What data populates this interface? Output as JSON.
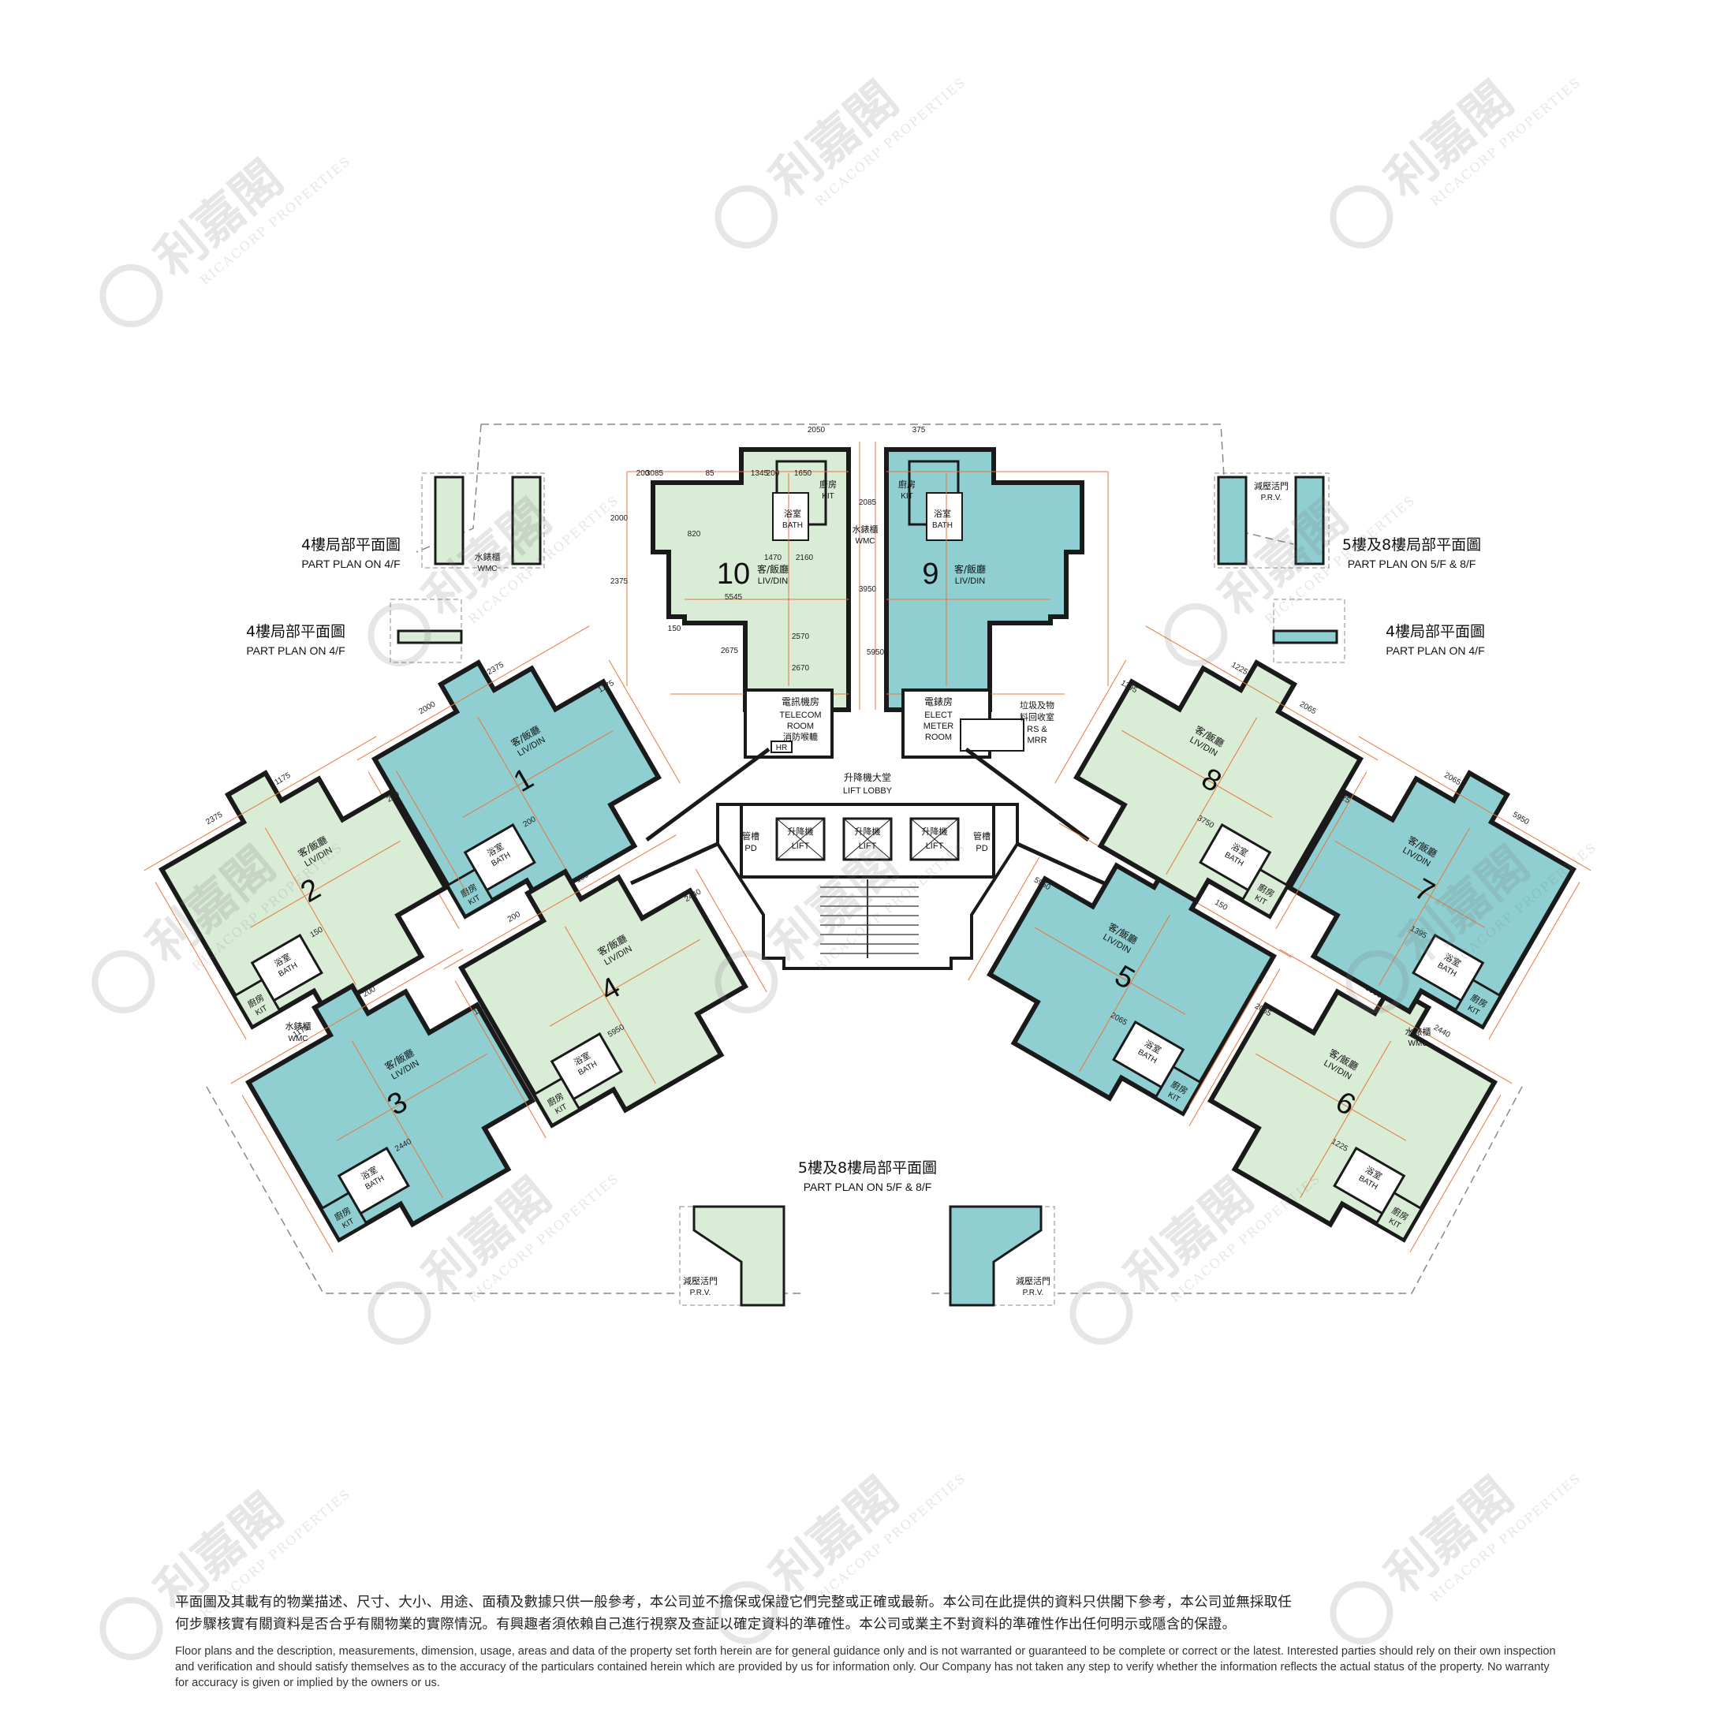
{
  "colors": {
    "teal": "#8fcfd1",
    "mint": "#d9ecd6",
    "wall": "#1a1a1a",
    "dim": "#e8763a",
    "outline": "#555555"
  },
  "units": [
    {
      "no": "1",
      "room": "客/飯廳",
      "room_en": "LIV/DIN",
      "bath": "浴室",
      "bath_en": "BATH",
      "kit": "廚房",
      "kit_en": "KIT"
    },
    {
      "no": "2",
      "room": "客/飯廳",
      "room_en": "LIV/DIN",
      "bath": "浴室",
      "bath_en": "BATH",
      "kit": "廚房",
      "kit_en": "KIT"
    },
    {
      "no": "3",
      "room": "客/飯廳",
      "room_en": "LIV/DIN",
      "bath": "浴室",
      "bath_en": "BATH",
      "kit": "廚房",
      "kit_en": "KIT"
    },
    {
      "no": "4",
      "room": "客/飯廳",
      "room_en": "LIV/DIN",
      "bath": "浴室",
      "bath_en": "BATH",
      "kit": "廚房",
      "kit_en": "KIT"
    },
    {
      "no": "5",
      "room": "客/飯廳",
      "room_en": "LIV/DIN",
      "bath": "浴室",
      "bath_en": "BATH",
      "kit": "廚房",
      "kit_en": "KIT"
    },
    {
      "no": "6",
      "room": "客/飯廳",
      "room_en": "LIV/DIN",
      "bath": "浴室",
      "bath_en": "BATH",
      "kit": "廚房",
      "kit_en": "KIT"
    },
    {
      "no": "7",
      "room": "客/飯廳",
      "room_en": "LIV/DIN",
      "bath": "浴室",
      "bath_en": "BATH",
      "kit": "廚房",
      "kit_en": "KIT"
    },
    {
      "no": "8",
      "room": "客/飯廳",
      "room_en": "LIV/DIN",
      "bath": "浴室",
      "bath_en": "BATH",
      "kit": "廚房",
      "kit_en": "KIT"
    },
    {
      "no": "9",
      "room": "客/飯廳",
      "room_en": "LIV/DIN",
      "bath": "浴室",
      "bath_en": "BATH",
      "kit": "廚房",
      "kit_en": "KIT"
    },
    {
      "no": "10",
      "room": "客/飯廳",
      "room_en": "LIV/DIN",
      "bath": "浴室",
      "bath_en": "BATH",
      "kit": "廚房",
      "kit_en": "KIT"
    }
  ],
  "core": {
    "lift_lobby": "升降機大堂",
    "lift_lobby_en": "LIFT LOBBY",
    "lift": "升降機",
    "lift_en": "LIFT",
    "pd": "管槽",
    "pd_en": "PD",
    "telecom": "電訊機房",
    "telecom_en1": "TELECOM",
    "telecom_en2": "ROOM",
    "hose": "消防喉轆",
    "hr": "HR",
    "elect": "電錶房",
    "elect_en1": "ELECT",
    "elect_en2": "METER",
    "elect_en3": "ROOM",
    "refuse1": "垃圾及物",
    "refuse2": "料回收室",
    "refuse_en1": "RS &",
    "refuse_en2": "MRR"
  },
  "misc": {
    "wmc": "水錶櫃",
    "wmc_en": "WMC",
    "prv": "減壓活門",
    "prv_en": "P.R.V."
  },
  "part_plans": {
    "p4_zh": "4樓局部平面圖",
    "p4_en": "PART PLAN ON 4/F",
    "p58_zh": "5樓及8樓局部平面圖",
    "p58_en": "PART PLAN ON 5/F & 8/F"
  },
  "watermark": {
    "zh": "利嘉閣",
    "en": "RICACORP PROPERTIES"
  },
  "dimensions": {
    "top": [
      "2050",
      "375",
      "200",
      "3085",
      "85",
      "1345",
      "200",
      "1650",
      "820",
      "2000",
      "2375",
      "150",
      "1470",
      "2160",
      "2085",
      "5545",
      "2675",
      "2570",
      "2670",
      "3950",
      "5950"
    ],
    "wings": [
      "2000",
      "2375",
      "1175",
      "200",
      "150",
      "2440",
      "5950",
      "2065",
      "1225",
      "1395",
      "3750",
      "2670"
    ]
  },
  "disclaimer": {
    "zh1": "平面圖及其載有的物業描述、尺寸、大小、用途、面積及數據只供一般參考，本公司並不擔保或保證它們完整或正確或最新。本公司在此提供的資料只供閣下參考，本公司並無採取任",
    "zh2": "何步驟核實有關資料是否合乎有關物業的實際情況。有興趣者須依賴自己進行視察及查証以確定資料的準確性。本公司或業主不對資料的準確性作出任何明示或隱含的保證。",
    "en": "Floor plans and the description, measurements, dimension, usage, areas and data of the property set forth herein are for general guidance only and is not warranted or guaranteed to be complete or correct or the latest. Interested parties should rely on their own inspection and verification and should satisfy themselves as to the accuracy of the particulars contained herein which are provided by us for information only.  Our Company has not taken any step to verify whether the information reflects the actual status of the property.  No warranty for accuracy is given or implied by the owners or us."
  }
}
